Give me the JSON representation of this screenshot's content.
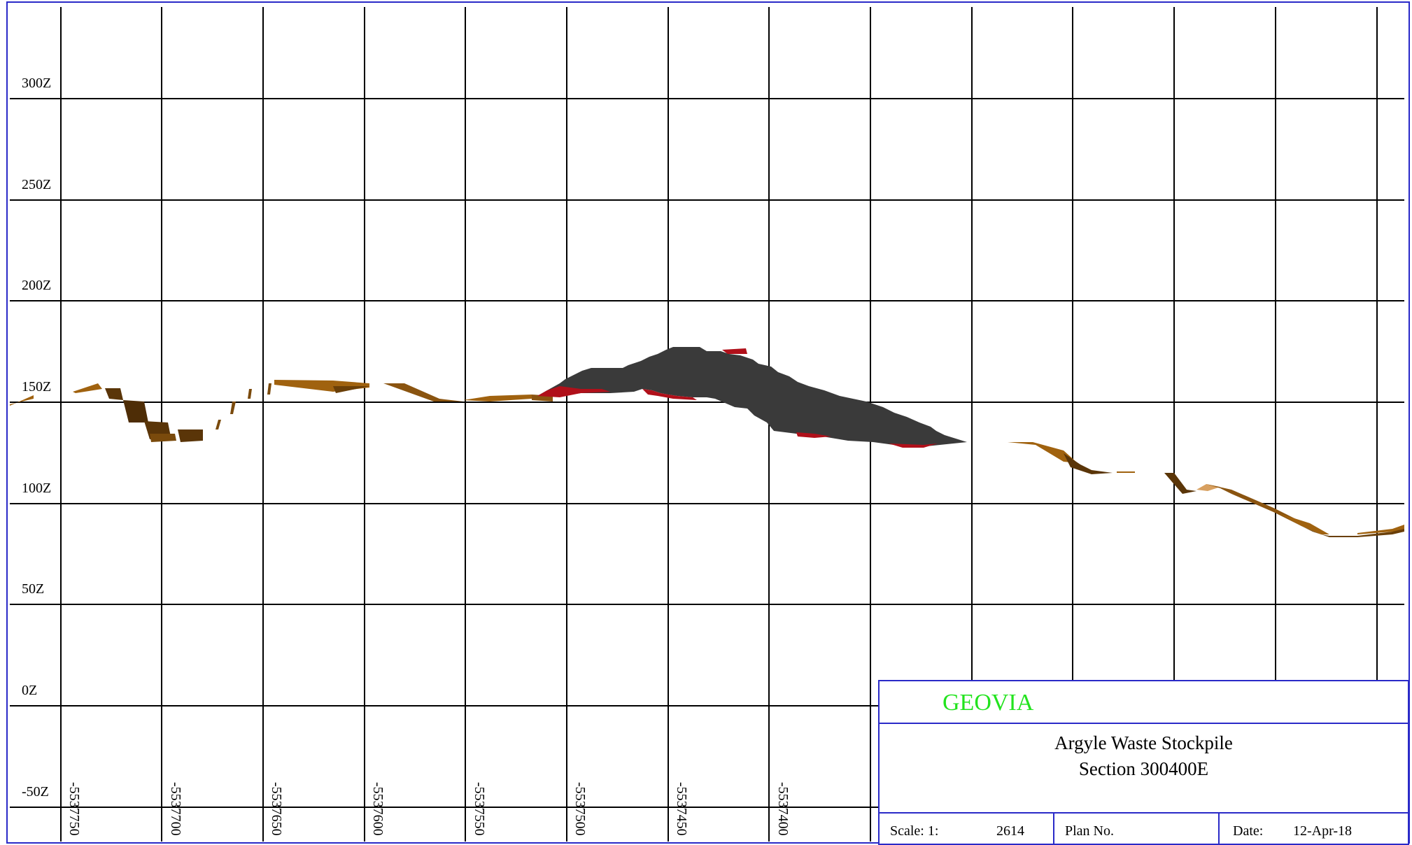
{
  "drawing": {
    "z_axis_labels": [
      "300Z",
      "250Z",
      "200Z",
      "150Z",
      "100Z",
      "50Z",
      "0Z",
      "-50Z"
    ],
    "y_axis_labels": [
      "-5537750",
      "-5537700",
      "-5537650",
      "-5537600",
      "-5537550",
      "-5537500",
      "-5537450",
      "-5537400"
    ],
    "colors": {
      "frame": "#2a2ac8",
      "grid": "#000000",
      "stockpile_fill": "#3a3a3a",
      "stockpile_edge": "#b0101a",
      "terrain_dark": "#5a3508",
      "terrain_light": "#a0620f",
      "logo": "#22e31e"
    }
  },
  "title_block": {
    "logo": "GEOVIA",
    "title_line1": "Argyle Waste Stockpile",
    "title_line2": "Section 300400E",
    "scale_label": "Scale: 1:",
    "scale_value": "2614",
    "plan_label": "Plan No.",
    "date_label": "Date:",
    "date_value": "12-Apr-18"
  }
}
